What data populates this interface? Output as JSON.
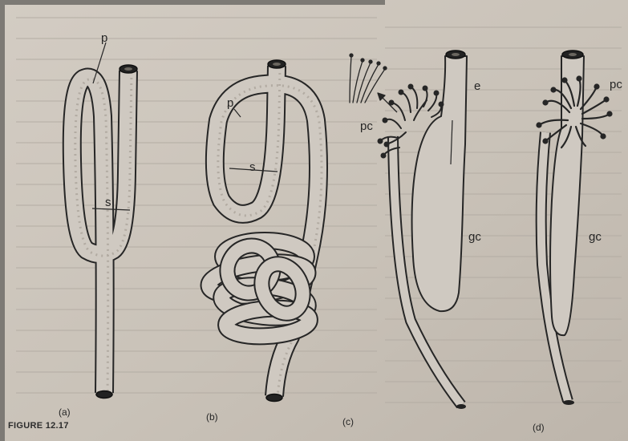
{
  "figure": {
    "caption": "FIGURE 12.17",
    "panels": {
      "a": {
        "tag": "(a)",
        "labels": {
          "p": "p",
          "s": "s"
        }
      },
      "b": {
        "tag": "(b)",
        "labels": {
          "p": "p",
          "s": "s"
        }
      },
      "c": {
        "tag": "(c)",
        "labels": {
          "pc": "pc",
          "e": "e",
          "gc": "gc"
        }
      },
      "d": {
        "tag": "(d)",
        "labels": {
          "pc": "pc",
          "gc": "gc"
        }
      }
    }
  },
  "colors": {
    "paper": "#cbc4bb",
    "tube_fill": "#cfc9c1",
    "ink": "#262626",
    "margin_strip": "#8e8a84"
  }
}
